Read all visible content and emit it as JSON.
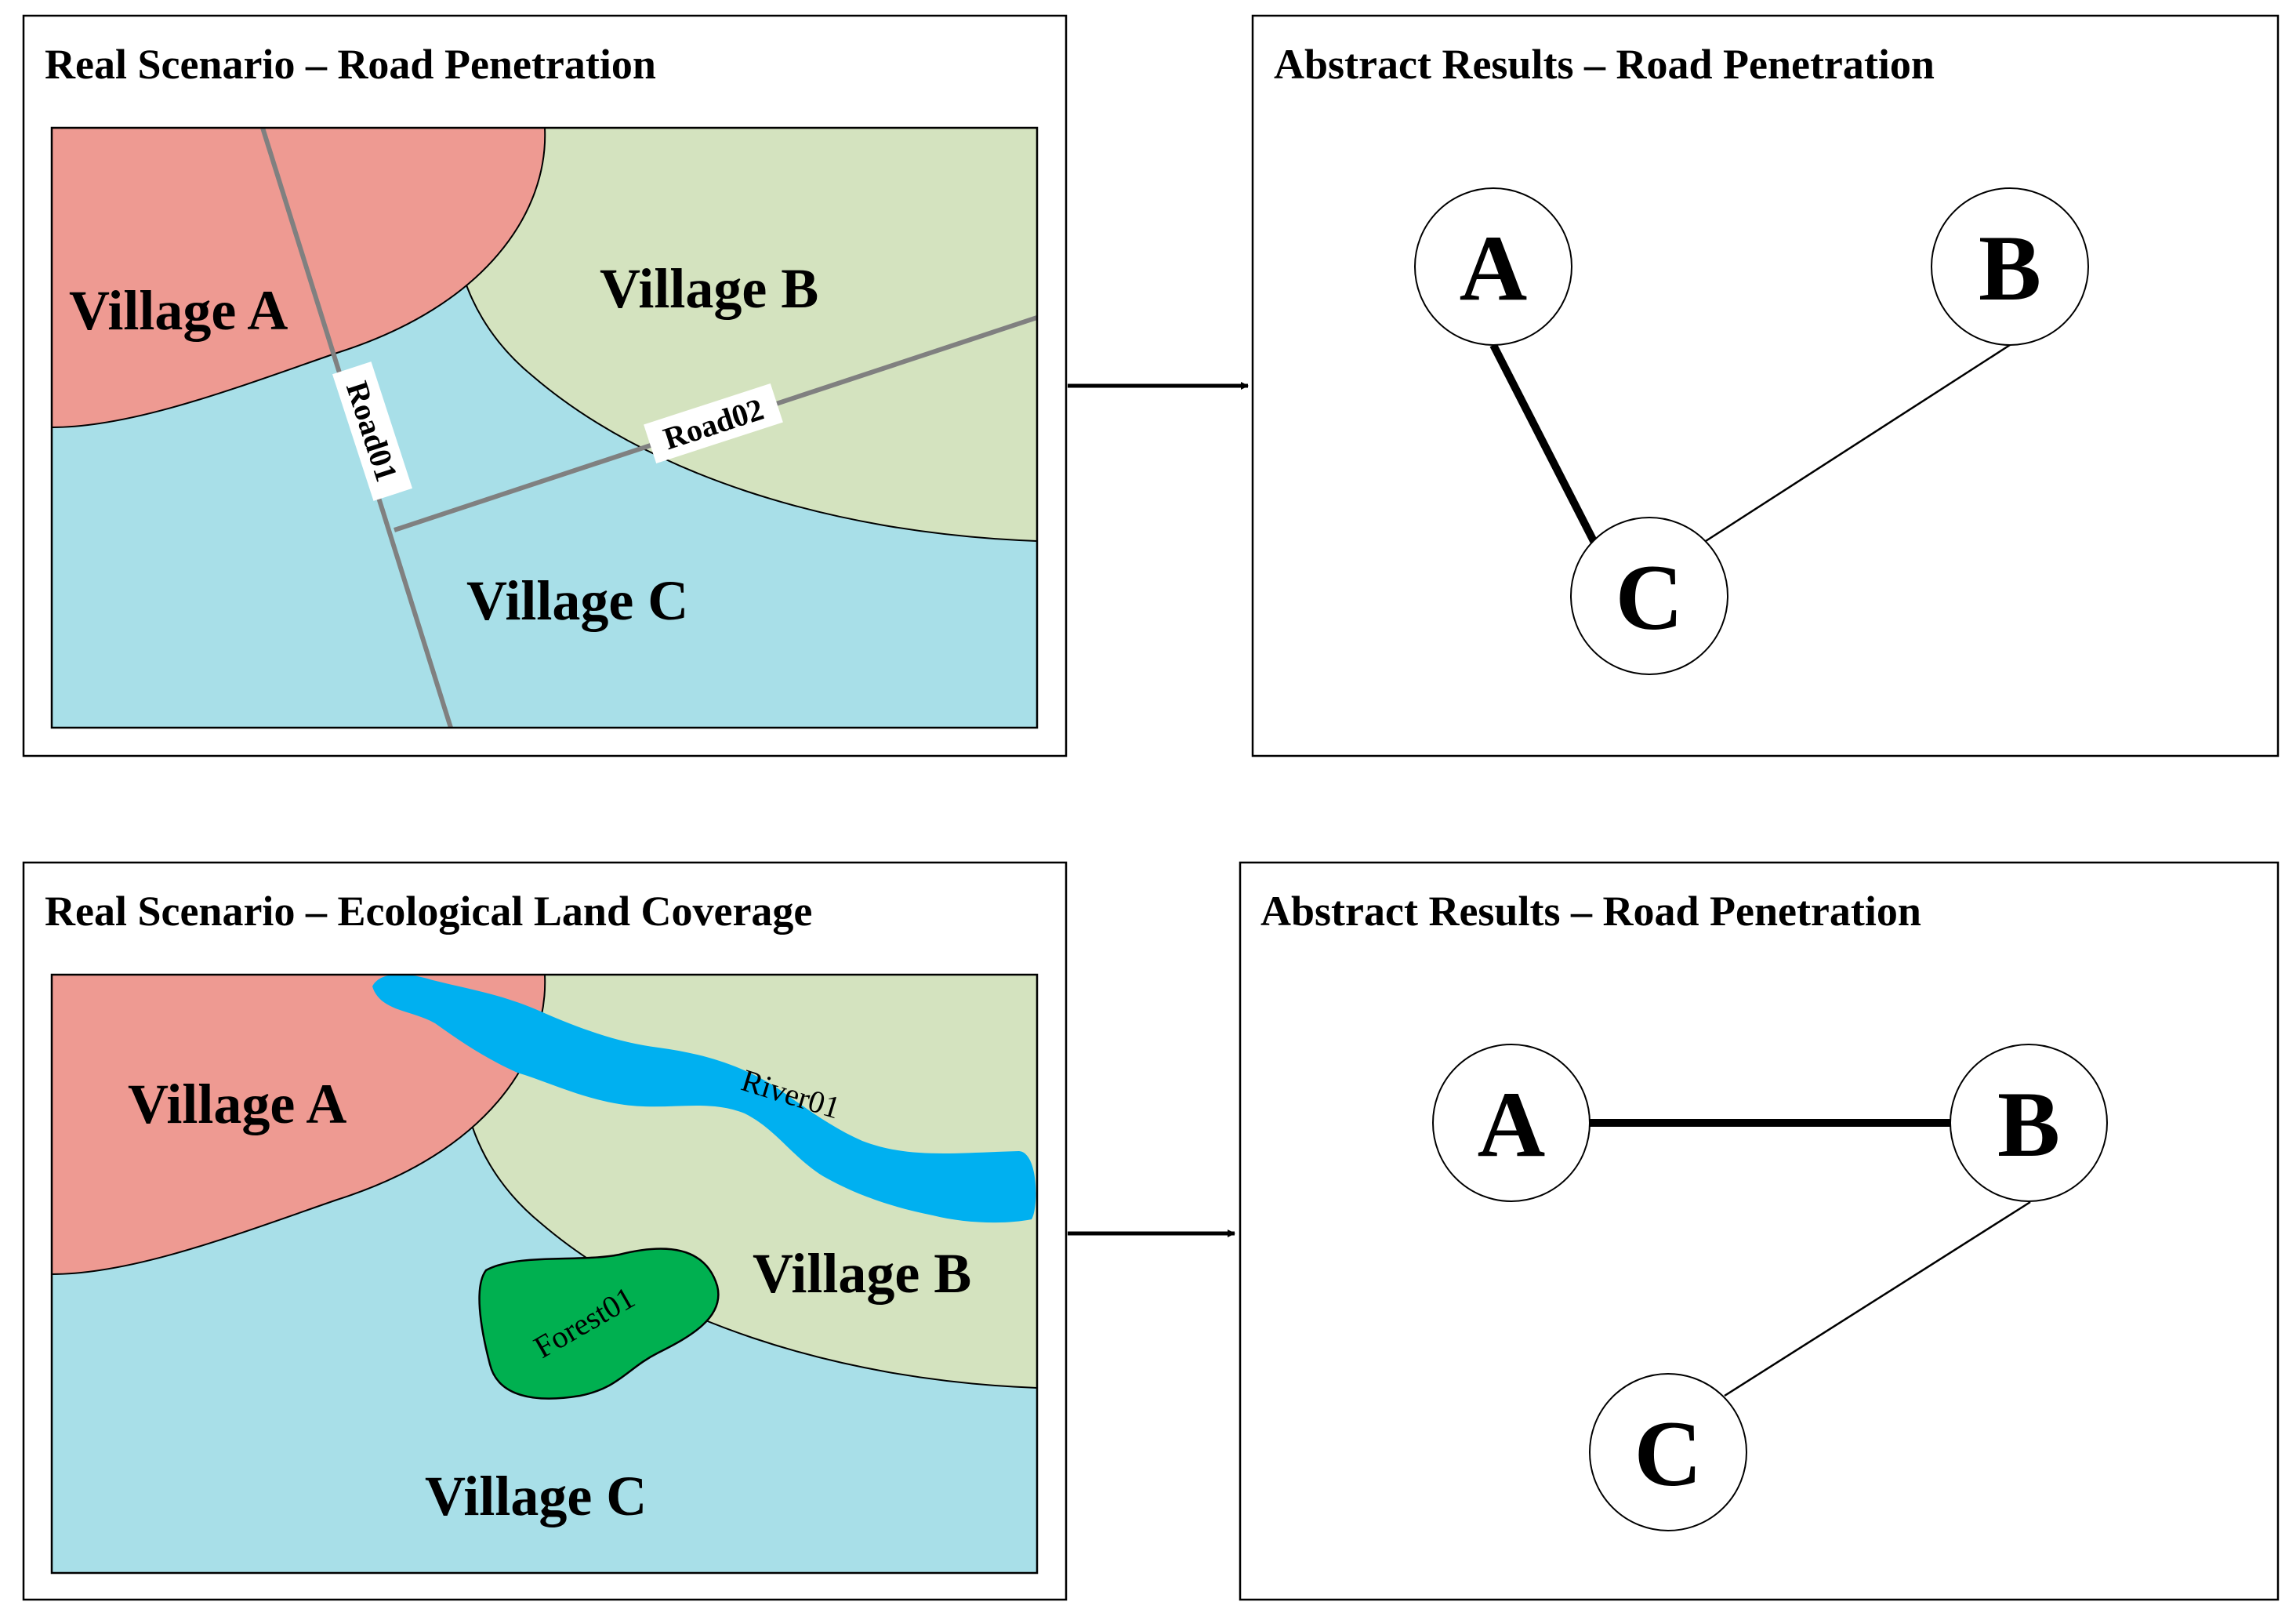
{
  "panels": {
    "top_left_title": "Real Scenario  –  Road Penetration",
    "top_right_title": "Abstract Results  –  Road Penetration",
    "bottom_left_title": "Real Scenario  –  Ecological Land Coverage",
    "bottom_right_title": "Abstract Results –  Road Penetration"
  },
  "villages": {
    "a": "Village A",
    "b": "Village B",
    "c": "Village C"
  },
  "features": {
    "road01": "Road01",
    "road02": "Road02",
    "river01": "River01",
    "forest01": "Forest01"
  },
  "nodes": {
    "a": "A",
    "b": "B",
    "c": "C"
  },
  "colors": {
    "village_a": "#EE9A92",
    "village_b": "#D4E3BF",
    "village_c": "#A8DFE8",
    "road": "#808080",
    "river": "#00B0F0",
    "forest": "#00B050",
    "outline": "#000000"
  },
  "edges": {
    "top_graph": [
      {
        "from": "A",
        "to": "C",
        "weight": "strong"
      },
      {
        "from": "B",
        "to": "C",
        "weight": "weak"
      }
    ],
    "bottom_graph": [
      {
        "from": "A",
        "to": "B",
        "weight": "strong"
      },
      {
        "from": "B",
        "to": "C",
        "weight": "weak"
      }
    ]
  }
}
